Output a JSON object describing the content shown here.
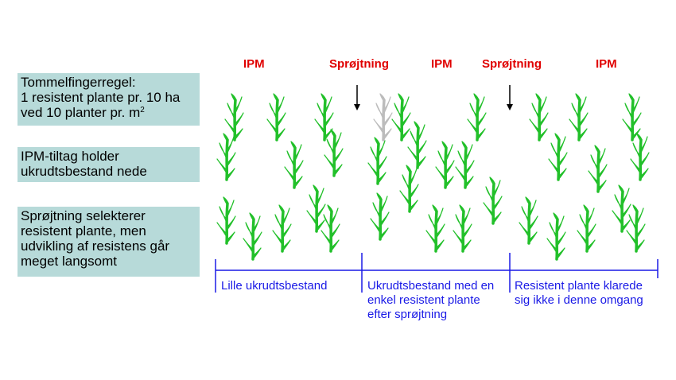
{
  "left_boxes": {
    "rule": {
      "line1": "Tommelfingerregel:",
      "line2": "1 resistent plante pr. 10 ha",
      "line3": "ved 10 planter pr. m",
      "line3_sup": "2"
    },
    "ipm": {
      "line1": "IPM-tiltag holder",
      "line2": "ukrudtsbestand nede"
    },
    "spray": {
      "line1": "Sprøjtning selekterer",
      "line2": "resistent plante, men",
      "line3": "udvikling af resistens går",
      "line4": "meget langsomt"
    }
  },
  "top_labels": {
    "ipm1": "IPM",
    "spray1": "Sprøjtning",
    "ipm2": "IPM",
    "spray2": "Sprøjtning",
    "ipm3": "IPM"
  },
  "captions": {
    "section1": "Lille ukrudtsbestand",
    "section2_line1": "Ukrudtsbestand med en",
    "section2_line2": "enkel resistent plante",
    "section2_line3": "efter sprøjtning",
    "section3_line1": "Resistent plante klarede",
    "section3_line2": "sig ikke i denne omgang"
  },
  "colors": {
    "box_bg": "#b7dad9",
    "label_red": "#e00000",
    "timeline_blue": "#1a1ae6",
    "plant_green": "#22c02a",
    "dead_plant_gray": "#bcbcbc"
  },
  "icons": {
    "plant": "weed-plant-icon",
    "dead_plant": "dead-weed-plant-icon",
    "arrow": "down-arrow-icon"
  }
}
